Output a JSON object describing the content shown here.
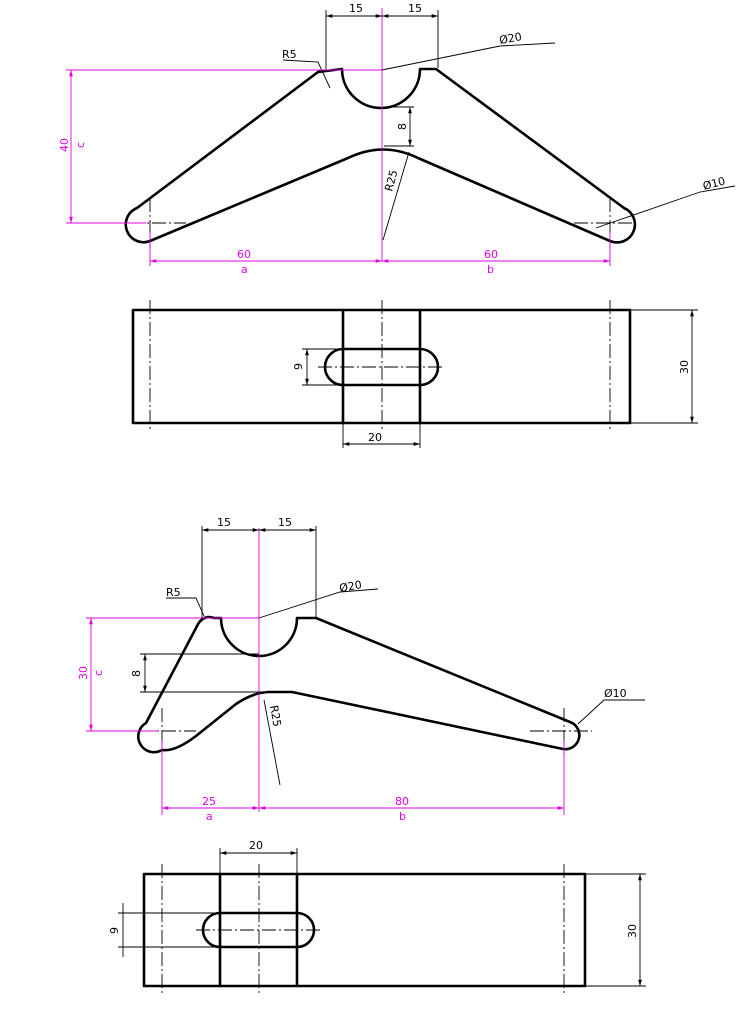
{
  "colors": {
    "outline": "#000000",
    "driven_dimension": "#e100e1",
    "background": "#ffffff"
  },
  "view1": {
    "dims": {
      "w_left": "15",
      "w_right": "15",
      "r_top": "R5",
      "d_hole": "Ø20",
      "gap": "8",
      "r_inner": "R25",
      "d_end": "Ø10",
      "h_val": "40",
      "h_var": "c",
      "a_val": "60",
      "a_var": "a",
      "b_val": "60",
      "b_var": "b"
    },
    "plan": {
      "slot_w": "9",
      "thick": "30",
      "block_w": "20"
    }
  },
  "view2": {
    "dims": {
      "w_left": "15",
      "w_right": "15",
      "r_top": "R5",
      "d_hole": "Ø20",
      "gap": "8",
      "r_inner": "R25",
      "d_end": "Ø10",
      "h_val": "30",
      "h_var": "c",
      "a_val": "25",
      "a_var": "a",
      "b_val": "80",
      "b_var": "b"
    },
    "plan": {
      "slot_w": "9",
      "thick": "30",
      "block_w": "20"
    }
  }
}
